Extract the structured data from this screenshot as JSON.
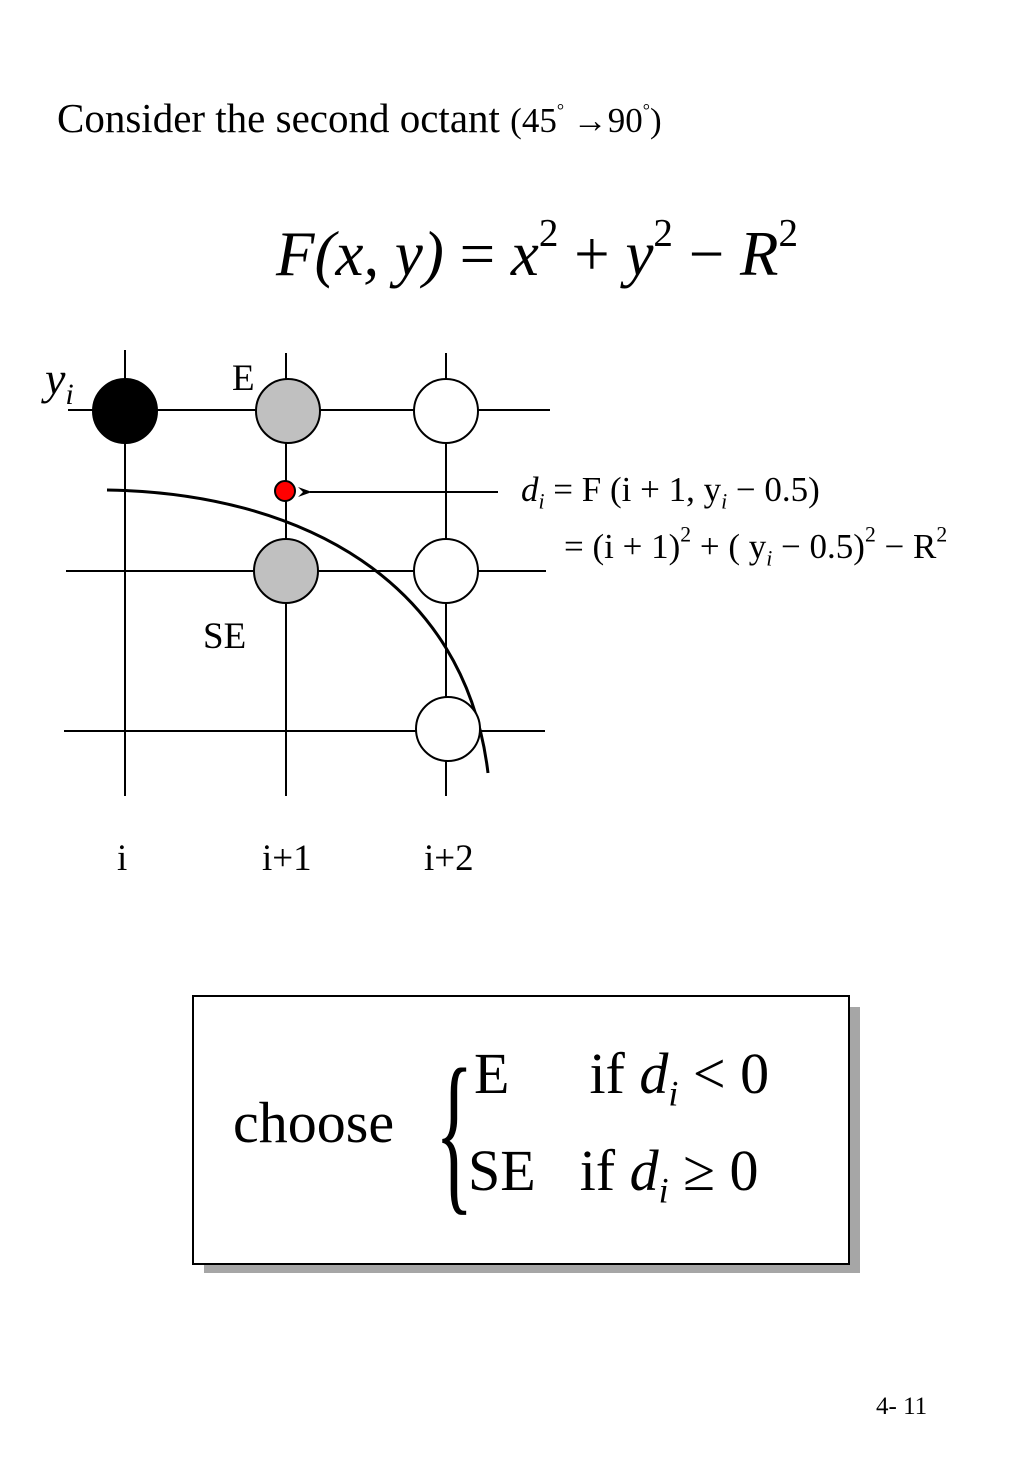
{
  "intro": {
    "text": "Consider the second octant",
    "angle_start": "45",
    "arrow": "→",
    "angle_end": "90",
    "degree": "°"
  },
  "equation": {
    "F": "F",
    "args": "(x, y)",
    "eq": "=",
    "x": "x",
    "plus": "+",
    "y": "y",
    "minus": "−",
    "R": "R",
    "power": "2"
  },
  "diagram": {
    "y_label": "y",
    "y_sub": "i",
    "label_e": "E",
    "label_se": "SE",
    "x_labels": [
      "i",
      "i+1",
      "i+2"
    ],
    "colors": {
      "current_pixel": "#000000",
      "candidate_pixel": "#c0c0c0",
      "other_pixel": "#ffffff",
      "midpoint": "#ff0000"
    }
  },
  "decision": {
    "lhs_d": "d",
    "sub_i": "i",
    "line1": "= F (i + 1, y",
    "line1_end": " − 0.5)",
    "line2_a": "= (i + 1)",
    "line2_b": " + ( y",
    "line2_c": " − 0.5)",
    "line2_d": " − R",
    "power": "2"
  },
  "rule": {
    "choose": "choose",
    "case1_label": "E",
    "case1_if": "if",
    "case1_d": "d",
    "case1_sub": "i",
    "case1_cond": " < 0",
    "case2_label": "SE",
    "case2_if": "if",
    "case2_d": "d",
    "case2_sub": "i",
    "case2_cond": " ≥ 0"
  },
  "page_number": "4- 11"
}
